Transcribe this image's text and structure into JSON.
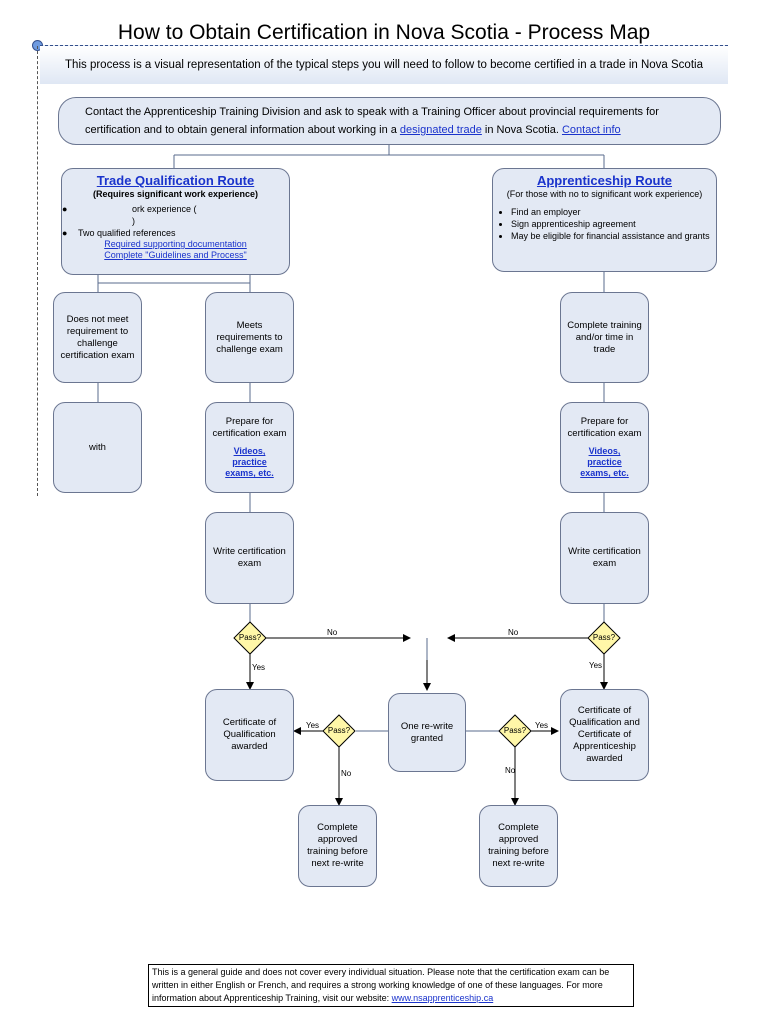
{
  "header": {
    "title": "How to Obtain Certification in Nova Scotia - Process Map",
    "subtitle": "This process is a visual representation of the typical steps you will need to follow to become certified in a trade in Nova Scotia"
  },
  "intro": {
    "text1": "Contact the Apprenticeship Training Division and ask to speak with a Training Officer about provincial requirements for",
    "text2": "certification and to obtain general information about working in a ",
    "link_designated": "designated trade",
    "text3": " in Nova Scotia. ",
    "link_contact": "Contact info"
  },
  "tq_route": {
    "title": "Trade Qualification Route",
    "subtitle": "(Requires significant work experience)",
    "bullet1": "ork experience (",
    "bullet1b": ")",
    "bullet2": "Two qualified references",
    "link1": "Required supporting documentation",
    "link2": "Complete \"Guidelines and Process\""
  },
  "ap_route": {
    "title": "Apprenticeship Route",
    "subtitle": "(For those with no to significant work experience)",
    "bullets": [
      "Find an employer",
      "Sign apprenticeship agreement",
      "May be eligible for financial assistance and grants"
    ]
  },
  "boxes": {
    "not_meet": "Does not meet requirement to challenge certification exam",
    "with": "with",
    "meets": "Meets requirements to challenge exam",
    "prepare_left": "Prepare for certification exam",
    "prepare_right": "Prepare for certification exam",
    "prep_link": "Videos, practice exams, etc.",
    "write_left": "Write certification exam",
    "write_right": "Write certification exam",
    "complete_training": "Complete training and/or time in trade",
    "cert_qual": "Certificate of Qualification awarded",
    "rewrite": "One re-write granted",
    "cert_both": "Certificate of Qualification and Certificate of Apprenticeship awarded",
    "approved_left": "Complete approved training before next re-write",
    "approved_right": "Complete approved training before next re-write"
  },
  "labels": {
    "pass": "Pass?",
    "yes": "Yes",
    "no": "No"
  },
  "footer": {
    "text": "This is a general guide and does not cover every individual situation. Please note that the certification exam can be written in either English or French, and requires a strong working knowledge of one of these languages. For more information about Apprenticeship Training, visit our website: ",
    "link": "www.nsapprenticeship.ca"
  },
  "colors": {
    "box_fill": "#e3e9f4",
    "box_border": "#6b7691",
    "link": "#1a33cc",
    "diamond": "#fff7a8"
  }
}
